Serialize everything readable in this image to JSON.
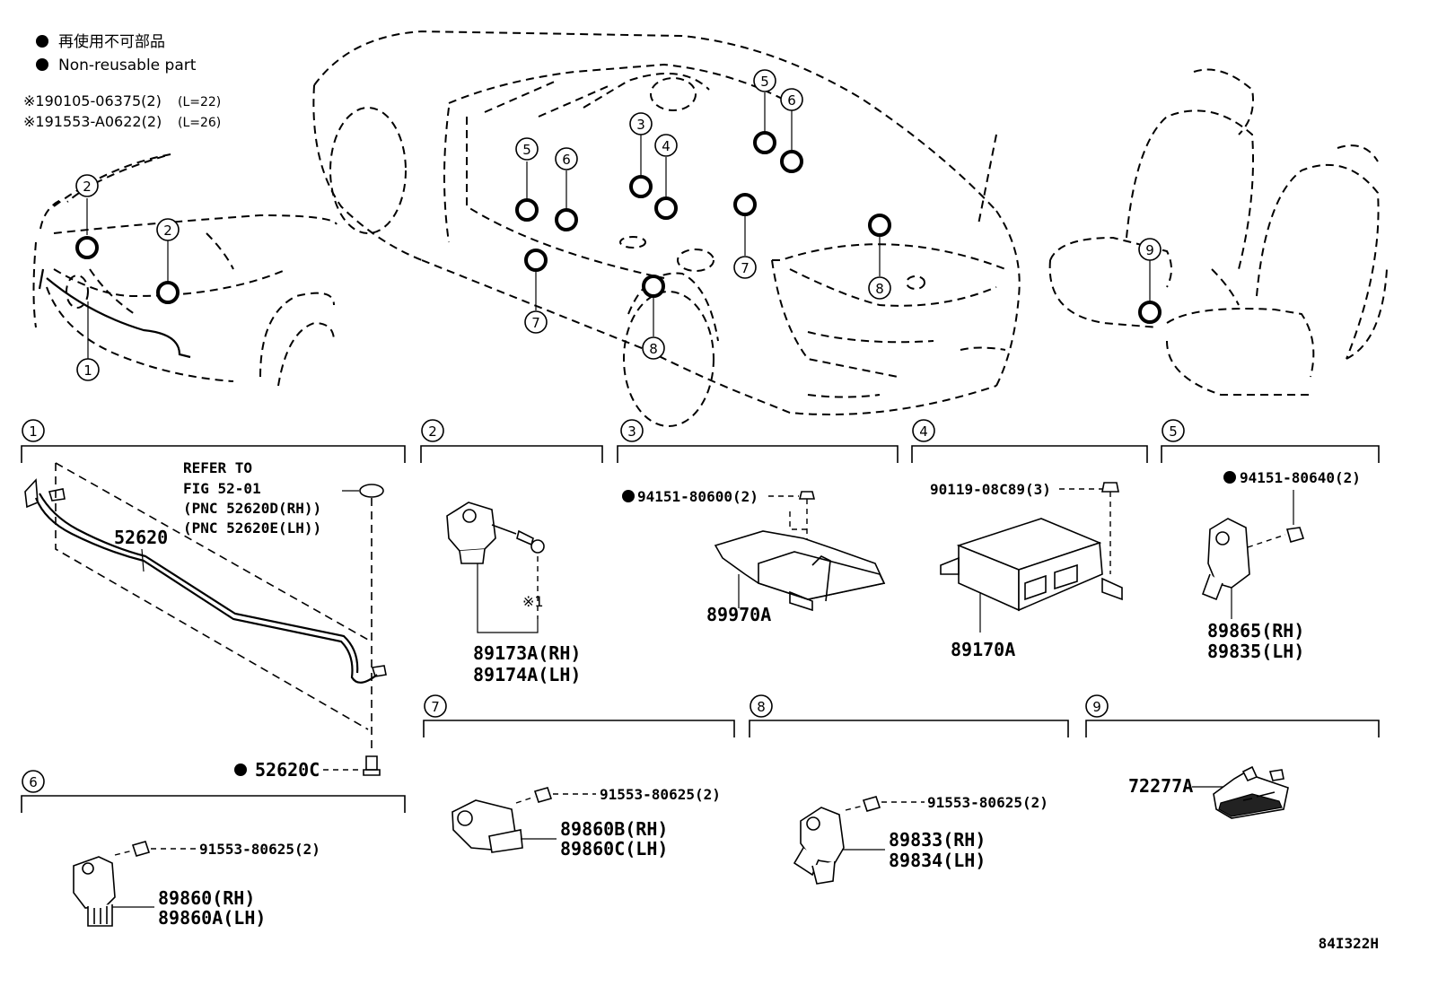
{
  "legend": {
    "ja": "再使用不可部品",
    "en": "Non-reusable part",
    "note1": "※190105-06375(2)",
    "note1_len": "(L=22)",
    "note2": "※191553-A0622(2)",
    "note2_len": "(L=26)"
  },
  "callouts": [
    "1",
    "2",
    "3",
    "4",
    "5",
    "6",
    "7",
    "8",
    "9"
  ],
  "sections": {
    "s1": {
      "num": "1",
      "refer": [
        "REFER TO",
        "FIG 52-01",
        "(PNC 52620D(RH))",
        "(PNC 52620E(LH))"
      ],
      "part_main": "52620",
      "part_bolt": "52620C"
    },
    "s2": {
      "num": "2",
      "note": "※1",
      "parts": [
        "89173A(RH)",
        "89174A(LH)"
      ]
    },
    "s3": {
      "num": "3",
      "bolt": "94151-80600(2)",
      "part": "89970A"
    },
    "s4": {
      "num": "4",
      "bolt": "90119-08C89(3)",
      "part": "89170A"
    },
    "s5": {
      "num": "5",
      "bolt": "94151-80640(2)",
      "parts": [
        "89865(RH)",
        "89835(LH)"
      ]
    },
    "s6": {
      "num": "6",
      "bolt": "91553-80625(2)",
      "parts": [
        "89860(RH)",
        "89860A(LH)"
      ]
    },
    "s7": {
      "num": "7",
      "bolt": "91553-80625(2)",
      "parts": [
        "89860B(RH)",
        "89860C(LH)"
      ]
    },
    "s8": {
      "num": "8",
      "bolt": "91553-80625(2)",
      "parts": [
        "89833(RH)",
        "89834(LH)"
      ]
    },
    "s9": {
      "num": "9",
      "part": "72277A"
    }
  },
  "figure_id": "84I322H"
}
